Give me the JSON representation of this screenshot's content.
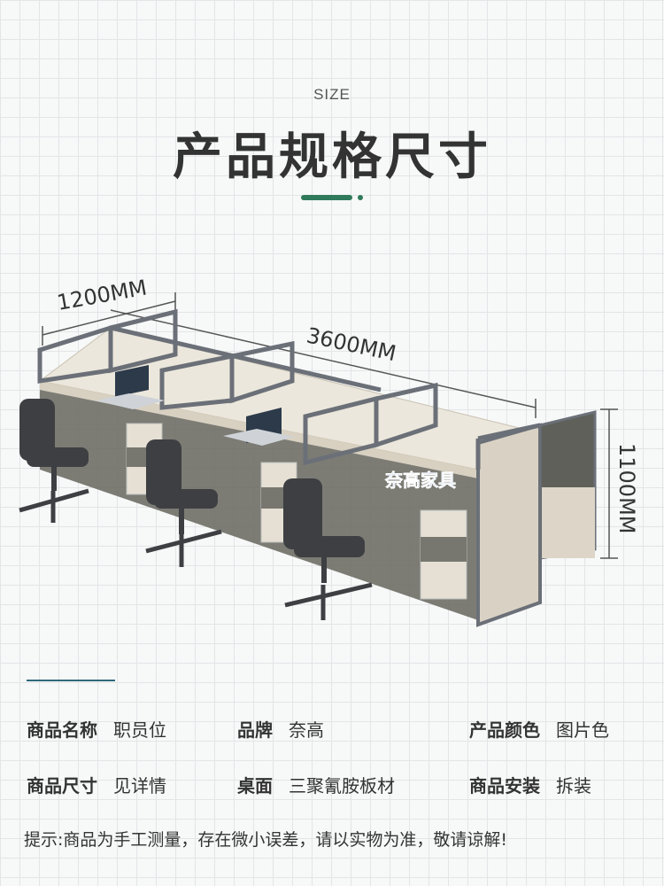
{
  "header": {
    "size_label": "SIZE",
    "title": "产品规格尺寸"
  },
  "dimensions": {
    "depth": "1200MM",
    "length": "3600MM",
    "height": "1100MM"
  },
  "brand_sign": "奈高家具",
  "specs": [
    {
      "label": "商品名称",
      "value": "职员位"
    },
    {
      "label": "品牌",
      "value": "奈高"
    },
    {
      "label": "产品颜色",
      "value": "图片色"
    },
    {
      "label": "商品尺寸",
      "value": "见详情"
    },
    {
      "label": "桌面",
      "value": "三聚氰胺板材"
    },
    {
      "label": "商品安装",
      "value": "拆装"
    }
  ],
  "note": "提示:商品为手工测量，存在微小误差，请以实物为准，敬请谅解!",
  "colors": {
    "accent_green": "#2f7a5a",
    "desk_top": "#ece7dc",
    "panel_dark": "#6e6e66",
    "frame": "#6b7078"
  }
}
